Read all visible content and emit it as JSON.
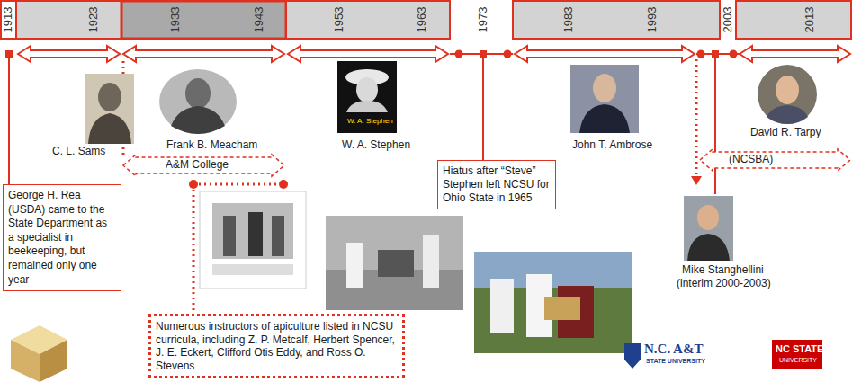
{
  "diagram": {
    "nodes": [
      {
        "text": [
          "George H. Rea (USDA) came to the State Department as a specialist in beekeeping, but remained only one year"
        ]
      },
      {
        "text": [
          "Numerous instructors of apiculture listed in NCSU curricula, including Z. P. Metcalf, Herbert Spencer, J. E. Eckert, Clifford Otis Eddy, and Ross O. Stevens"
        ]
      },
      {
        "text": [
          "Hiatus after “Steve” Stephen left NCSU for Ohio State in 1965"
        ]
      }
    ],
    "labels": [
      "1913",
      "1923",
      "1933",
      "1943",
      "1953",
      "1963",
      "1973",
      "1983",
      "1993",
      "2003",
      "2013",
      "C. L. Sams",
      "Frank B. Meacham",
      "W. A. Stephen",
      "W. A. Stephen",
      "John T. Ambrose",
      "David R. Tarpy",
      "A&M College",
      "(NCSBA)",
      "Mike Stanghellini",
      "(interim 2000-2003)",
      "N.C. A&T",
      "STATE UNIVERSITY",
      "NC STATE",
      "UNIVERSITY"
    ]
  }
}
